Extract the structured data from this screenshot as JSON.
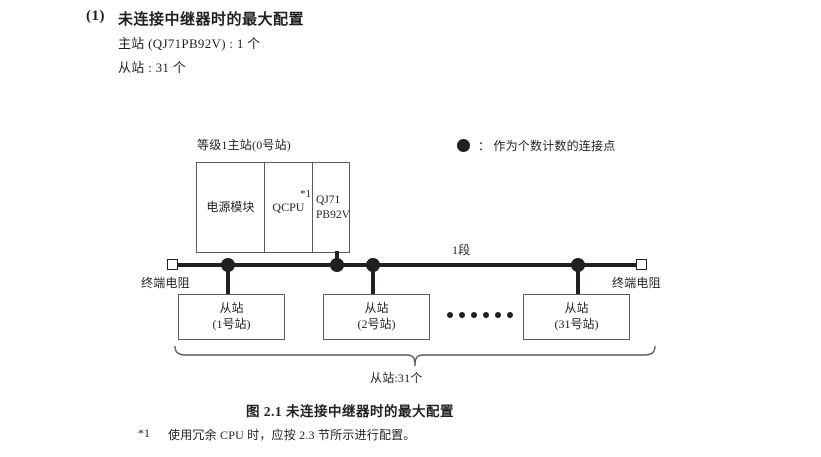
{
  "heading": {
    "number": "(1)",
    "title": "未连接中继器时的最大配置",
    "spec_master": "主站 (QJ71PB92V) : 1 个",
    "spec_slave": "从站 : 31 个"
  },
  "legend": {
    "symbol": "dot-icon",
    "text": "： 作为个数计数的连接点"
  },
  "diagram": {
    "master_group_label": "等级1主站(0号站)",
    "segment_label": "1段",
    "module": {
      "power_label": "电源模块",
      "cpu_label": "QCPU",
      "cpu_footnote_mark": "*1",
      "network_label_line1": "QJ71",
      "network_label_line2": "PB92V"
    },
    "terminator_left_label": "终端电阻",
    "terminator_right_label": "终端电阻",
    "slaves": [
      {
        "name": "从站",
        "station": "(1号站)"
      },
      {
        "name": "从站",
        "station": "(2号站)"
      },
      {
        "name": "从站",
        "station": "(31号站)"
      }
    ],
    "ellipsis_dot_count": 6,
    "brace_label": "从站:31个"
  },
  "caption": "图 2.1  未连接中继器时的最大配置",
  "footnote": {
    "mark": "*1",
    "text": "使用冗余 CPU 时，应按 2.3 节所示进行配置。"
  },
  "colors": {
    "ink": "#231f20",
    "rule": "#5b5b5b",
    "page": "#ffffff"
  }
}
